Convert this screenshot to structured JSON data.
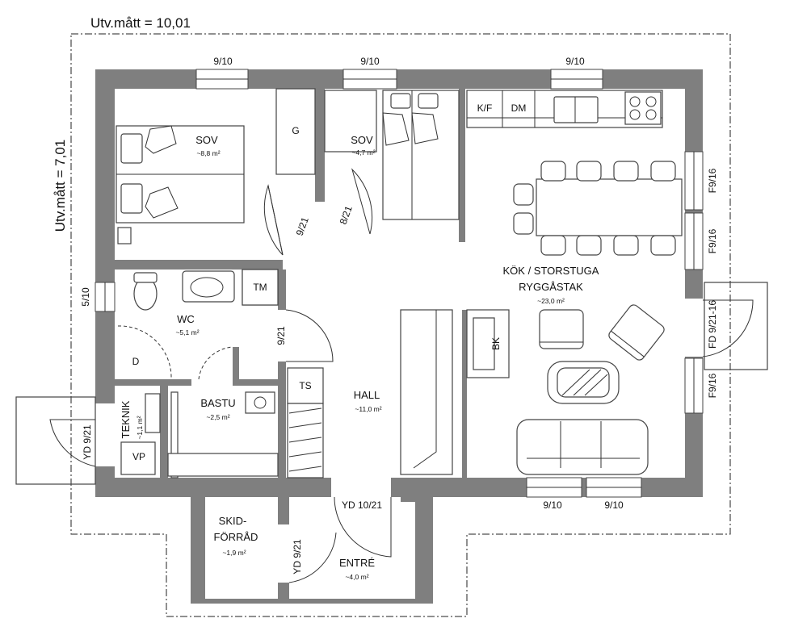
{
  "dimensions": {
    "width_label": "Utv.mått = 10,01",
    "depth_label": "Utv.mått = 7,01"
  },
  "rooms": {
    "sov1": {
      "name": "SOV",
      "area": "~8,8 m²"
    },
    "sov2": {
      "name": "SOV",
      "area": "~4,7 m²"
    },
    "kok": {
      "name_line1": "KÖK / STORSTUGA",
      "name_line2": "RYGGÅSTAK",
      "area": "~23,0 m²"
    },
    "wc": {
      "name": "WC",
      "area": "~5,1 m²"
    },
    "bastu": {
      "name": "BASTU",
      "area": "~2,5 m²"
    },
    "teknik": {
      "name": "TEKNIK",
      "area": "~1,1 m²"
    },
    "hall": {
      "name": "HALL",
      "area": "~11,0 m²"
    },
    "skid": {
      "name_line1": "SKID-",
      "name_line2": "FÖRRÅD",
      "area": "~1,9 m²"
    },
    "entre": {
      "name": "ENTRÉ",
      "area": "~4,0 m²"
    }
  },
  "fixtures": {
    "g": "G",
    "kf": "K/F",
    "dm": "DM",
    "tm": "TM",
    "ts": "TS",
    "d": "D",
    "vp": "VP",
    "bk": "BK"
  },
  "windows": {
    "top_left": "9/10",
    "top_middle": "9/10",
    "top_right": "9/10",
    "left_wc": "5/10",
    "right_1": "F9/16",
    "right_2": "F9/16",
    "right_3": "F9/16",
    "bottom_1": "9/10",
    "bottom_2": "9/10"
  },
  "doors": {
    "sov1": "9/21",
    "sov2": "8/21",
    "wc": "9/21",
    "teknik_exterior": "YD 9/21",
    "kok_exterior": "FD 9/21-16",
    "hall_entre": "YD 10/21",
    "entre_exterior": "YD 9/21"
  }
}
